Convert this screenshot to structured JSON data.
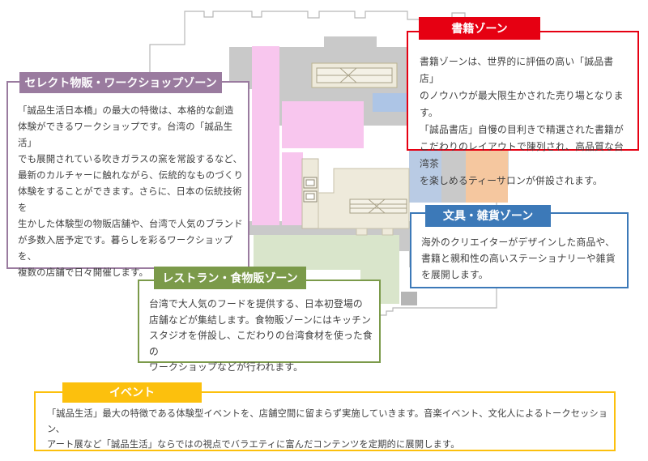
{
  "floor_plan": {
    "description": "store-floor-map",
    "zone_colors": {
      "select_goods_pink": "#f8c6ee",
      "books_orange": "#f5c79f",
      "stationery_blue": "#adc5e6",
      "restaurant_green": "#d9e5cb",
      "corridor_gray": "#c9c9c9",
      "facility_beige": "#eeeadb",
      "outline_gray": "#b7b7b7"
    }
  },
  "callouts": {
    "select": {
      "title": "セレクト物販・ワークショップゾーン",
      "color": "#9a7b9f",
      "body": "「誠品生活日本橋」の最大の特徴は、本格的な創造\n体験ができるワークショップです。台湾の「誠品生活」\nでも展開されている吹きガラスの窯を常設するなど、\n最新のカルチャーに触れながら、伝統的なものづくり\n体験をすることができます。さらに、日本の伝統技術を\n生かした体験型の物販店舗や、台湾で人気のブランド\nが多数入居予定です。暮らしを彩るワークショップを、\n複数の店舗で日々開催します。"
    },
    "books": {
      "title": "書籍ゾーン",
      "color": "#e60012",
      "body": "書籍ゾーンは、世界的に評価の高い「誠品書店」\nのノウハウが最大限生かされた売り場となります。\n「誠品書店」自慢の目利きで精選された書籍が\nこだわりのレイアウトで陳列され、高品質な台湾茶\nを楽しめるティーサロンが併設されます。"
    },
    "stationery": {
      "title": "文具・雑貨ゾーン",
      "color": "#3c79b8",
      "body": "海外のクリエイターがデザインした商品や、\n書籍と親和性の高いステーショナリーや雑貨\nを展開します。"
    },
    "restaurant": {
      "title": "レストラン・食物販ゾーン",
      "color": "#7b9a4a",
      "body": "台湾で大人気のフードを提供する、日本初登場の\n店舗などが集結します。食物販ゾーンにはキッチン\nスタジオを併設し、こだわりの台湾食材を使った食の\nワークショップなどが行われます。"
    },
    "event": {
      "title": "イベント",
      "color": "#fcc00d",
      "body": "「誠品生活」最大の特徴である体験型イベントを、店舗空間に留まらず実施していきます。音楽イベント、文化人によるトークセッション、\nアート展など「誠品生活」ならではの視点でバラエティに富んだコンテンツを定期的に展開します。"
    }
  }
}
